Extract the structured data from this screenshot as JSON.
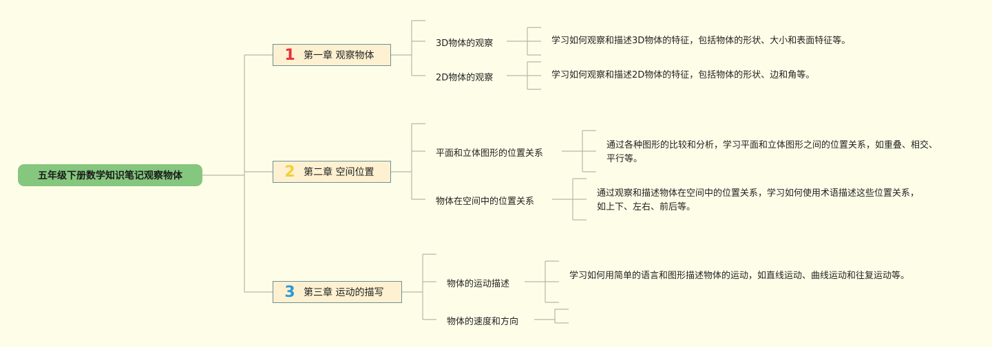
{
  "root": "五年级下册数学知识笔记观察物体",
  "chapters": [
    {
      "num": "1",
      "num_color": "#e8303a",
      "title": "第一章 观察物体",
      "topics": [
        {
          "label": "3D物体的观察",
          "desc": "学习如何观察和描述3D物体的特征，包括物体的形状、大小和表面特征等。"
        },
        {
          "label": "2D物体的观察",
          "desc": "学习如何观察和描述2D物体的特征，包括物体的形状、边和角等。"
        }
      ]
    },
    {
      "num": "2",
      "num_color": "#f3cf3a",
      "title": "第二章 空间位置",
      "topics": [
        {
          "label": "平面和立体图形的位置关系",
          "desc": "通过各种图形的比较和分析，学习平面和立体图形之间的位置关系，如重叠、相交、平行等。"
        },
        {
          "label": "物体在空间中的位置关系",
          "desc": "通过观察和描述物体在空间中的位置关系，学习如何使用术语描述这些位置关系，如上下、左右、前后等。"
        }
      ]
    },
    {
      "num": "3",
      "num_color": "#2a9ad6",
      "title": "第三章 运动的描写",
      "topics": [
        {
          "label": "物体的运动描述",
          "desc": "学习如何用简单的语言和图形描述物体的运动，如直线运动、曲线运动和往复运动等。"
        },
        {
          "label": "物体的速度和方向",
          "desc": ""
        }
      ]
    }
  ]
}
